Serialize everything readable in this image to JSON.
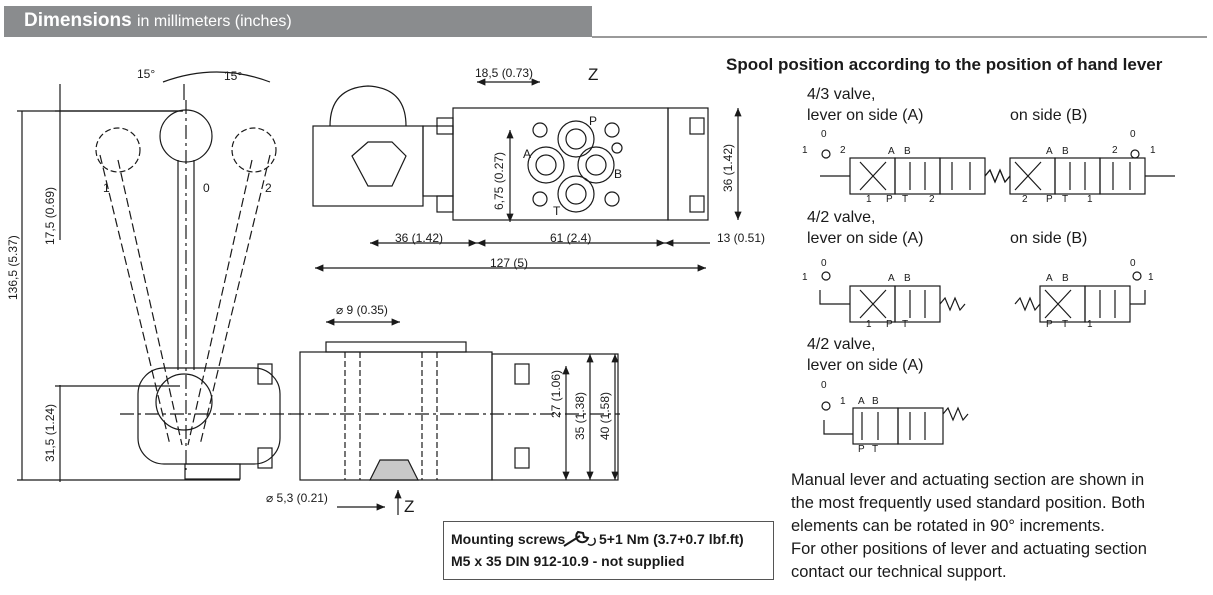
{
  "header": {
    "title": "Dimensions",
    "subtitle": "in millimeters (inches)"
  },
  "dims": {
    "angle_left": "15°",
    "angle_right": "15°",
    "pos_1": "1",
    "pos_0": "0",
    "pos_2": "2",
    "h_total": "136,5 (5.37)",
    "h_lever": "17,5 (0.69)",
    "h_lower": "31,5 (1.24)",
    "w_18_5": "18,5 (0.73)",
    "view_z": "Z",
    "port_p": "P",
    "port_a": "A",
    "port_b": "B",
    "port_t": "T",
    "h_6_75": "6,75 (0.27)",
    "h_36": "36 (1.42)",
    "w_36": "36 (1.42)",
    "w_61": "61 (2.4)",
    "w_13": "13 (0.51)",
    "w_127": "127 (5)",
    "d_9": "⌀ 9 (0.35)",
    "h_27": "27 (1.06)",
    "h_35": "35 (1.38)",
    "h_40": "40 (1.58)",
    "d_5_3": "⌀ 5,3 (0.21)",
    "arrow_z": "Z"
  },
  "spool": {
    "heading": "Spool position according to the position of hand lever",
    "v43_title": "4/3 valve,",
    "v43_sideA": "lever on side (A)",
    "v43_sideB": "on side (B)",
    "v42a_title": "4/2 valve,",
    "v42a_sideA": "lever on side (A)",
    "v42a_sideB": "on side (B)",
    "v42b_title": "4/2 valve,",
    "v42b_sideA": "lever on side (A)",
    "sym_0": "0",
    "sym_1": "1",
    "sym_2": "2",
    "sym_a": "A",
    "sym_b": "B",
    "sym_p": "P",
    "sym_t": "T"
  },
  "note": {
    "line1": "Manual lever and actuating section are shown in",
    "line2": "the most frequently used standard position. Both",
    "line3": "elements can be rotated in 90° increments.",
    "line4": "For other positions of lever and actuating section",
    "line5": "contact our technical support."
  },
  "mounting": {
    "label": "Mounting screws",
    "torque": "5+1 Nm (3.7+0.7 lbf.ft)",
    "screw": "M5 x 35 DIN 912-10.9 - not supplied",
    "icon": "wrench-icon"
  }
}
